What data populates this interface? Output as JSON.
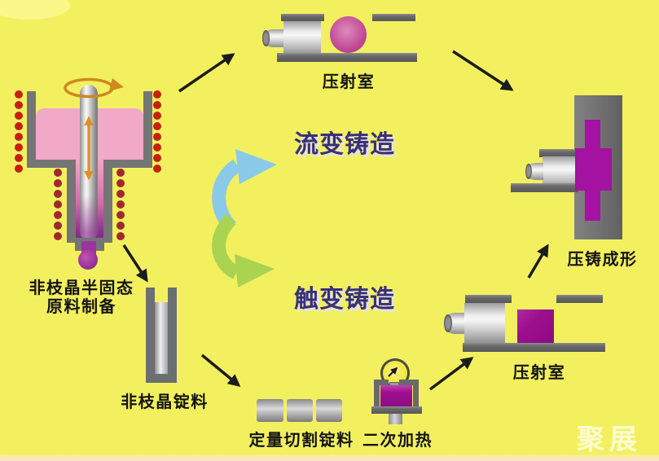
{
  "diagram": {
    "process_titles": {
      "rheocasting": "流变铸造",
      "thixocasting": "触变铸造"
    },
    "stations": {
      "preparation": {
        "label_line1": "非枝晶半固态",
        "label_line2": "原料制备"
      },
      "shot_chamber_top": {
        "label": "压射室"
      },
      "die_forming": {
        "label": "压铸成形"
      },
      "ingot": {
        "label": "非枝晶锭料"
      },
      "cut_ingots": {
        "label": "定量切割锭料"
      },
      "reheat": {
        "label": "二次加热"
      },
      "shot_chamber_bottom": {
        "label": "压射室"
      }
    },
    "watermark": "聚展",
    "colors": {
      "background": "#f3f05f",
      "title_text": "#3a3173",
      "label_text": "#141414",
      "melt_pink": "#f1a9c7",
      "billet_magenta": "#9c0f8e",
      "casting_magenta": "#a312a0",
      "heater_dot_red": "#c52113",
      "inner_dot_red": "#a2282e",
      "rheo_arrow_blue": "#8bc9e8",
      "thixo_arrow_green": "#a9d351",
      "stir_arrow_orange": "#d08a20"
    }
  }
}
